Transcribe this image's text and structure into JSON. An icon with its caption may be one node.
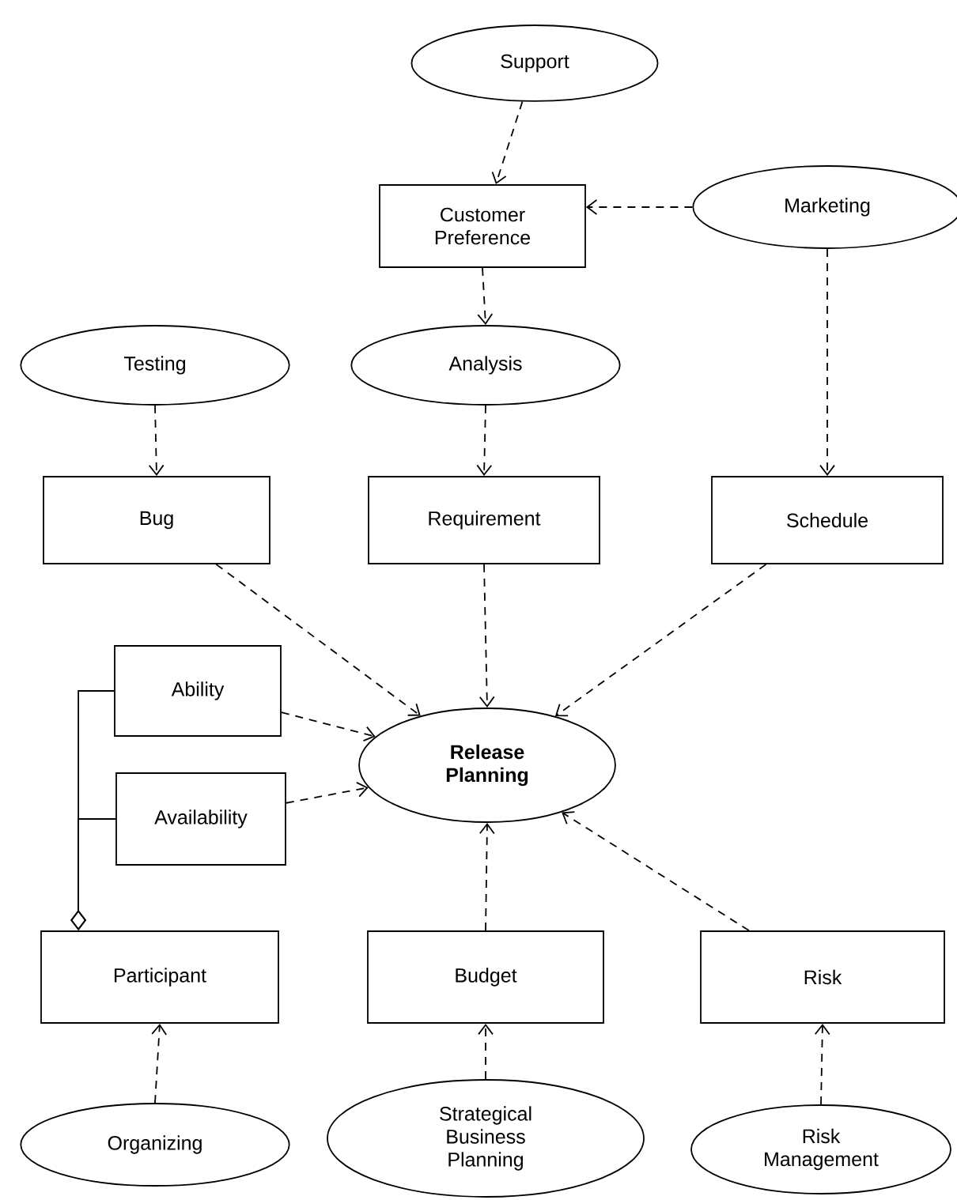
{
  "diagram": {
    "nodes": [
      {
        "text": [
          "Support"
        ]
      },
      {
        "text": [
          "Customer Preference"
        ]
      },
      {
        "text": [
          "Marketing"
        ]
      },
      {
        "text": [
          "Testing"
        ]
      },
      {
        "text": [
          "Analysis"
        ]
      },
      {
        "text": [
          "Bug"
        ]
      },
      {
        "text": [
          "Requirement"
        ]
      },
      {
        "text": [
          "Schedule"
        ]
      },
      {
        "text": [
          "Ability"
        ]
      },
      {
        "text": [
          "Release Planning"
        ]
      },
      {
        "text": [
          "Availability"
        ]
      },
      {
        "text": [
          "Participant"
        ]
      },
      {
        "text": [
          "Budget"
        ]
      },
      {
        "text": [
          "Risk"
        ]
      },
      {
        "text": [
          "Organizing"
        ]
      },
      {
        "text": [
          "Strategical Business Planning"
        ]
      },
      {
        "text": [
          "Risk Management"
        ]
      }
    ],
    "edges": [
      {
        "from": 0,
        "to": 1,
        "arrow": "to",
        "style": "dashed"
      },
      {
        "from": 2,
        "to": 1,
        "arrow": "to",
        "style": "dashed"
      },
      {
        "from": 1,
        "to": 4,
        "arrow": "to",
        "style": "dashed"
      },
      {
        "from": 2,
        "to": 7,
        "arrow": "to",
        "style": "dashed"
      },
      {
        "from": 3,
        "to": 5,
        "arrow": "to",
        "style": "dashed"
      },
      {
        "from": 4,
        "to": 6,
        "arrow": "to",
        "style": "dashed"
      },
      {
        "from": 5,
        "to": 9,
        "arrow": "to",
        "style": "dashed"
      },
      {
        "from": 6,
        "to": 9,
        "arrow": "to",
        "style": "dashed"
      },
      {
        "from": 7,
        "to": 9,
        "arrow": "to",
        "style": "dashed"
      },
      {
        "from": 8,
        "to": 9,
        "arrow": "to",
        "style": "dashed"
      },
      {
        "from": 10,
        "to": 9,
        "arrow": "to",
        "style": "dashed"
      },
      {
        "from": 12,
        "to": 9,
        "arrow": "to",
        "style": "dashed"
      },
      {
        "from": 13,
        "to": 9,
        "arrow": "to",
        "style": "dashed"
      },
      {
        "from": 14,
        "to": 11,
        "arrow": "to",
        "style": "dashed"
      },
      {
        "from": 15,
        "to": 12,
        "arrow": "to",
        "style": "dashed"
      },
      {
        "from": 16,
        "to": 13,
        "arrow": "to",
        "style": "dashed"
      },
      {
        "from": 8,
        "to": 11,
        "arrow": "other"
      },
      {
        "from": 10,
        "to": 11,
        "arrow": "other"
      }
    ]
  }
}
